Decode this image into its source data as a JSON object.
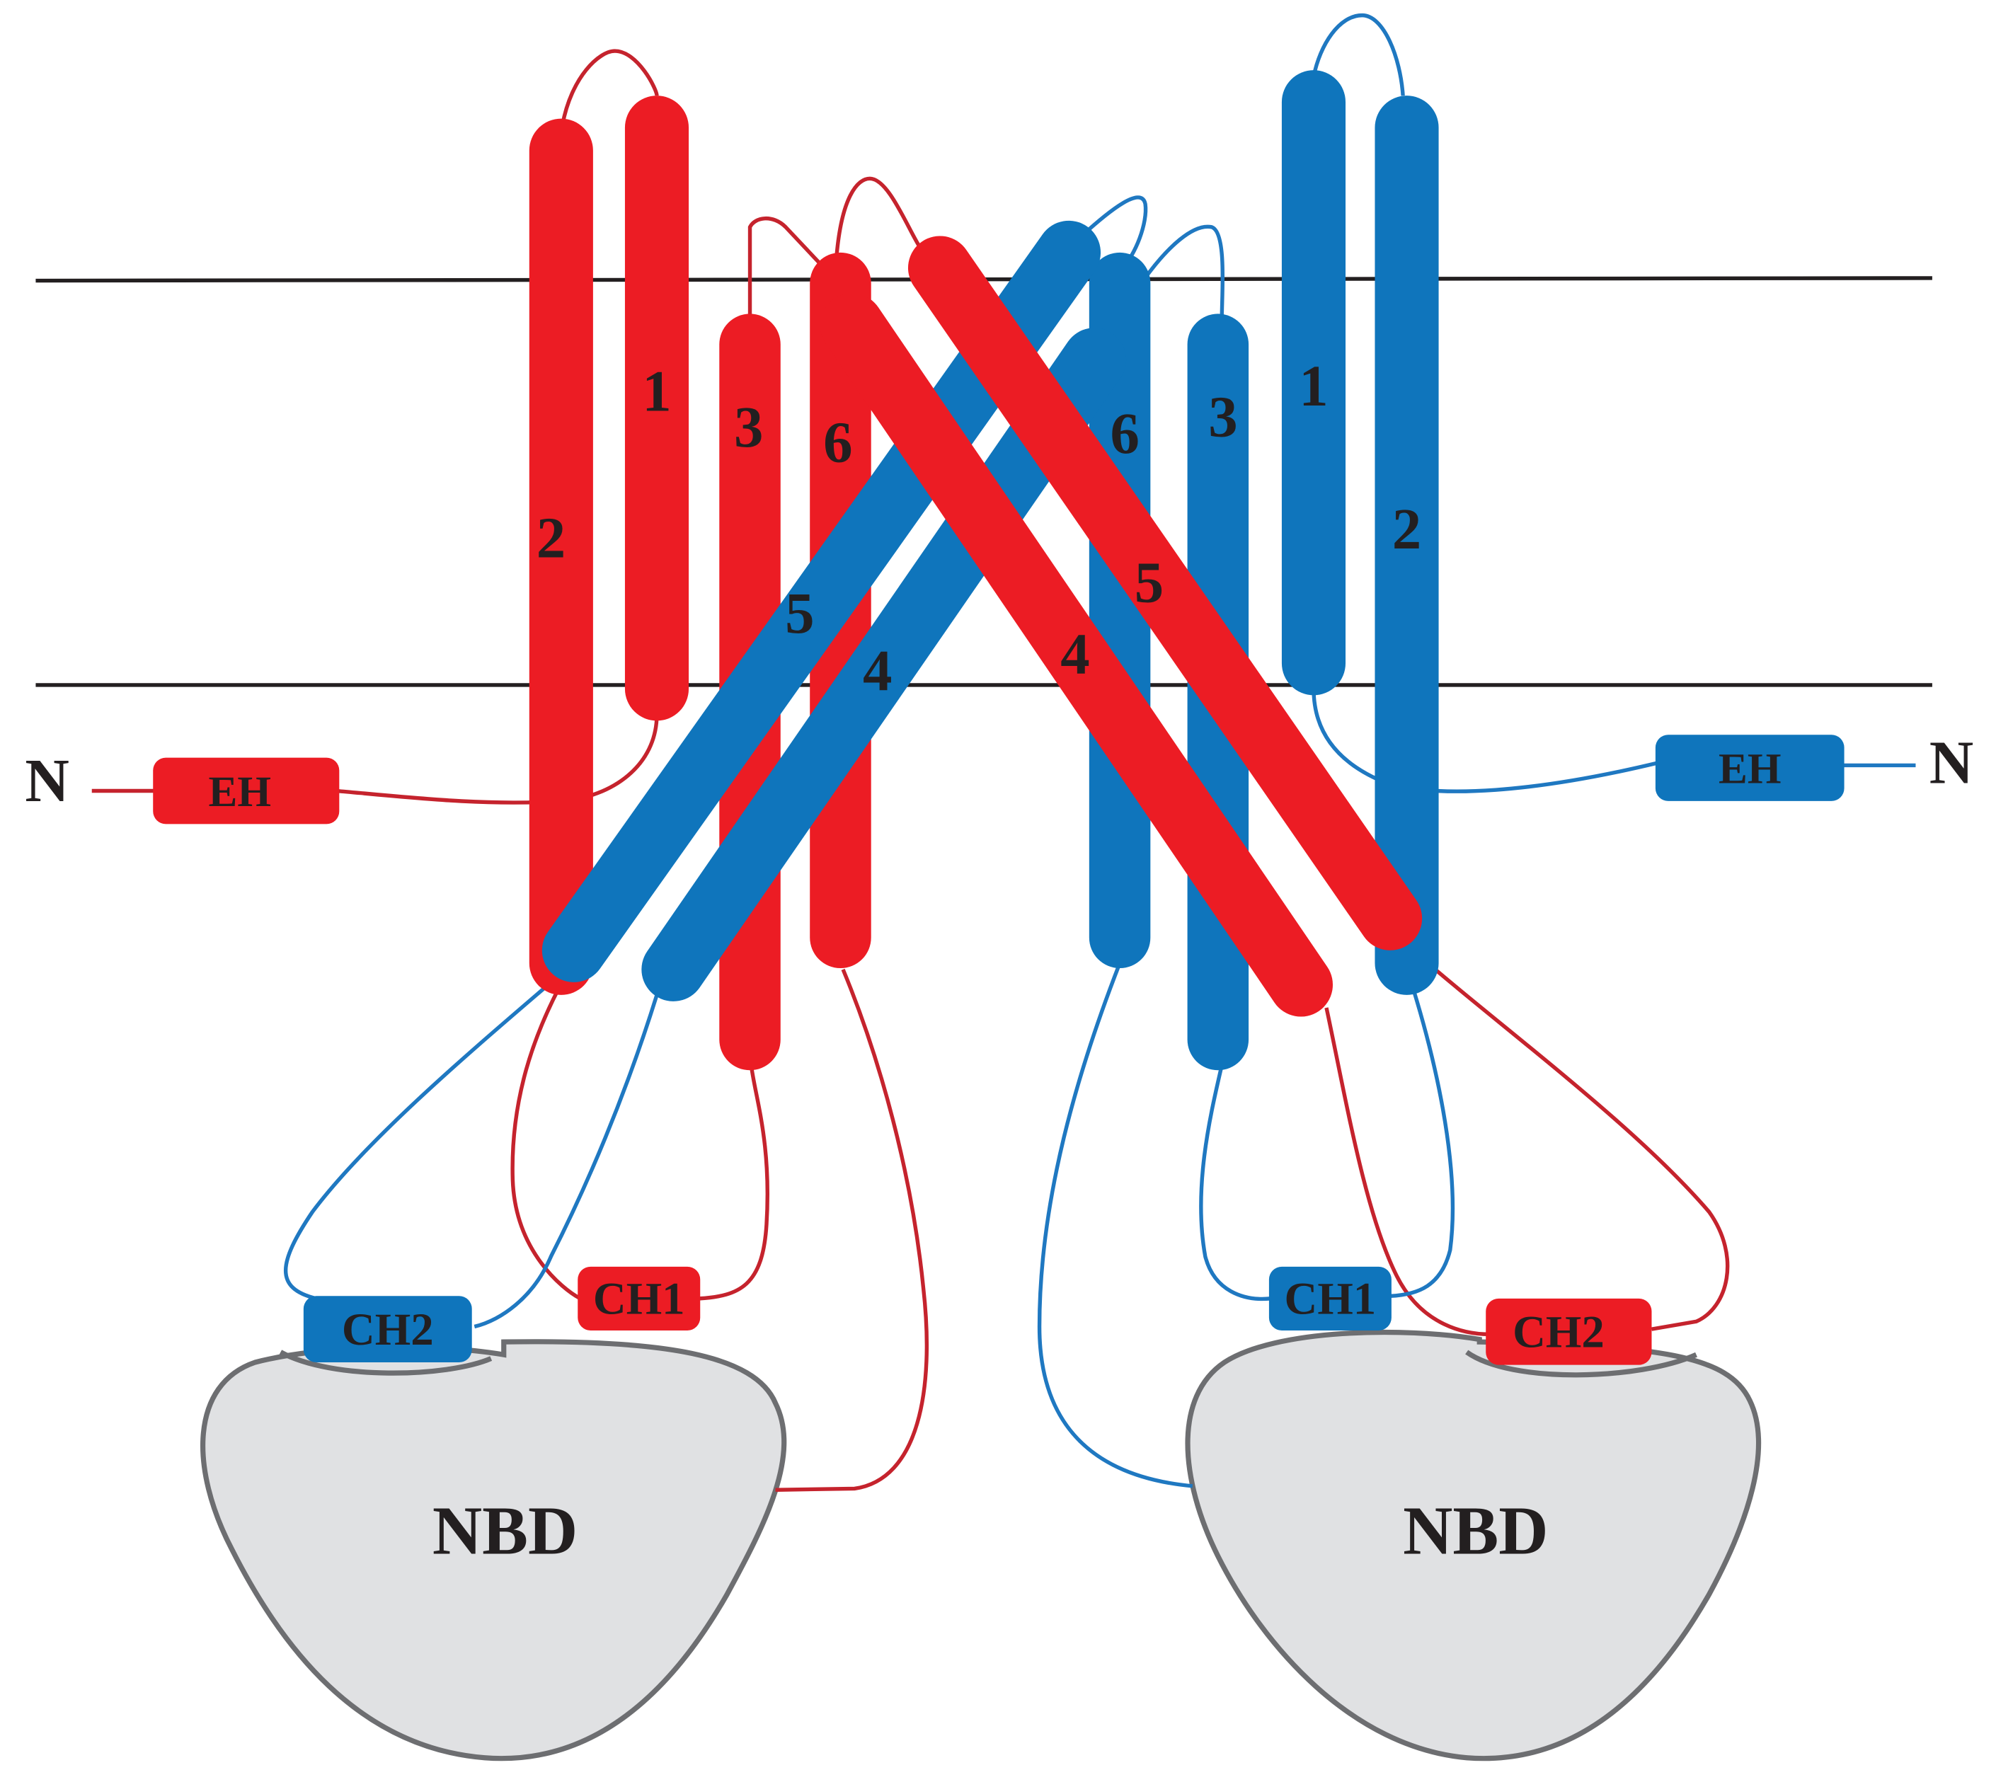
{
  "colors": {
    "chain_a": "#ec1c24",
    "chain_a_line": "#c5232d",
    "chain_b": "#0f75bc",
    "chain_b_line": "#1f78c1",
    "membrane": "#231f20",
    "nbd_fill": "#e0e1e3",
    "nbd_stroke": "#6d6e71",
    "text": "#231f20"
  },
  "membrane": {
    "description_icon": "lipid-bilayer-lines"
  },
  "chain_a": {
    "n_terminus": "N",
    "eh_label": "EH",
    "ch1_label": "CH1",
    "ch2_label": "CH2",
    "nbd_label": "NBD",
    "helix_numbers": [
      "1",
      "2",
      "3",
      "4",
      "5",
      "6"
    ]
  },
  "chain_b": {
    "n_terminus": "N",
    "eh_label": "EH",
    "ch1_label": "CH1",
    "ch2_label": "CH2",
    "nbd_label": "NBD",
    "helix_numbers": [
      "1",
      "2",
      "3",
      "4",
      "5",
      "6"
    ]
  }
}
